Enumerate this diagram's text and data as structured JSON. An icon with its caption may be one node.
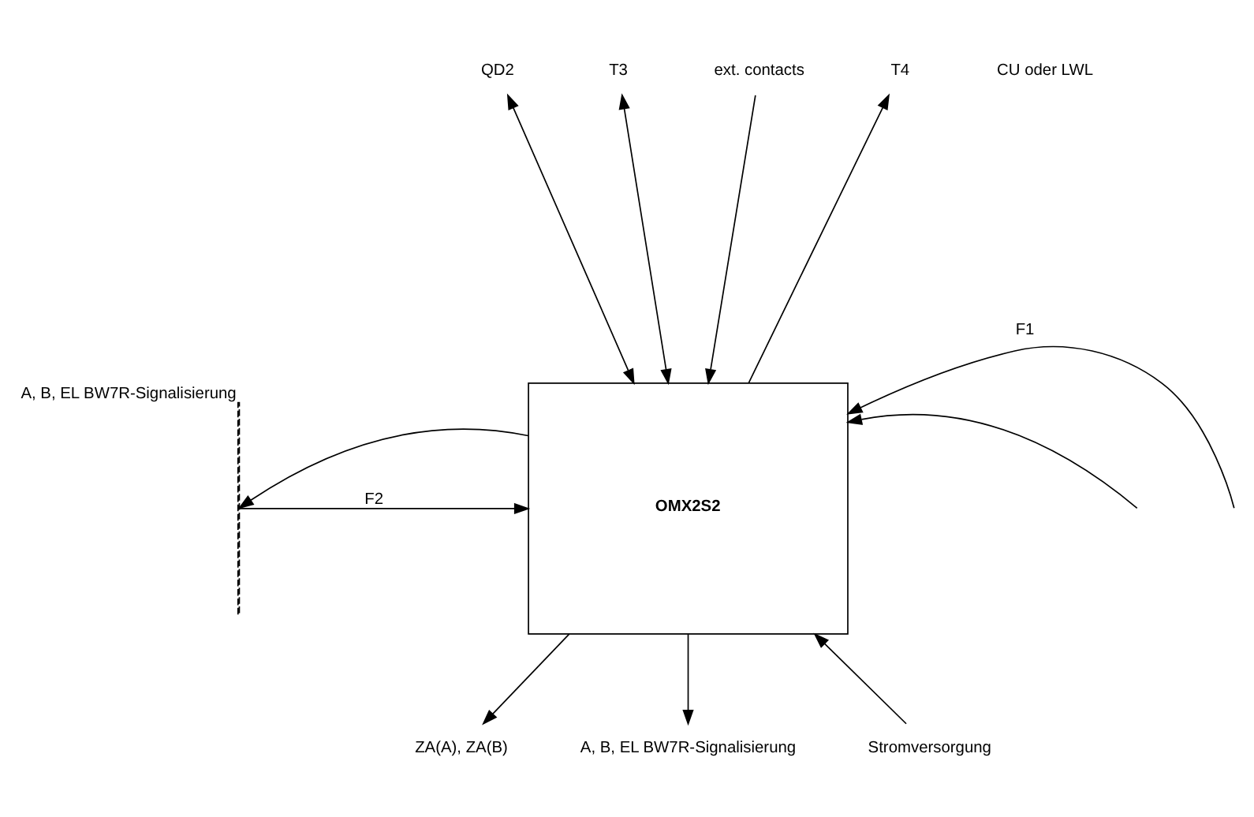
{
  "diagram": {
    "nodes": [
      {
        "text": [
          "QD2"
        ]
      },
      {
        "text": [
          "T3"
        ]
      },
      {
        "text": [
          "T4"
        ]
      },
      {
        "text": [
          "ext. contacts"
        ]
      },
      {
        "text": [
          "OMX2S2"
        ]
      },
      {
        "text": [],
        "shape": "bar",
        "beside": [
          "A, B, EL BW7R-Signalisierung"
        ]
      },
      {
        "text": [
          "ZA(A), ZA(B)"
        ]
      },
      {
        "text": [
          "A, B, EL BW7R-Signalisierung"
        ]
      },
      {
        "text": [
          "Stromversorgung"
        ]
      }
    ],
    "edges": [
      {
        "from": 0,
        "to": 4,
        "arrow": "both"
      },
      {
        "from": 1,
        "to": 4,
        "arrow": "both"
      },
      {
        "from": 4,
        "to": 2,
        "arrow": "to"
      },
      {
        "from": 3,
        "to": 4,
        "arrow": "to"
      },
      {
        "from": 5,
        "to": 4,
        "arrow": "to",
        "label": "F2"
      },
      {
        "from": 4,
        "to": 5,
        "arrow": "to"
      },
      {
        "from": null,
        "to": 4,
        "arrow": "to",
        "label": "F1"
      },
      {
        "from": null,
        "to": 4,
        "arrow": "to"
      },
      {
        "from": 4,
        "to": 6,
        "arrow": "to"
      },
      {
        "from": 4,
        "to": 7,
        "arrow": "to"
      },
      {
        "from": 8,
        "to": 4,
        "arrow": "to"
      }
    ],
    "labels": [
      "CU oder LWL"
    ]
  }
}
